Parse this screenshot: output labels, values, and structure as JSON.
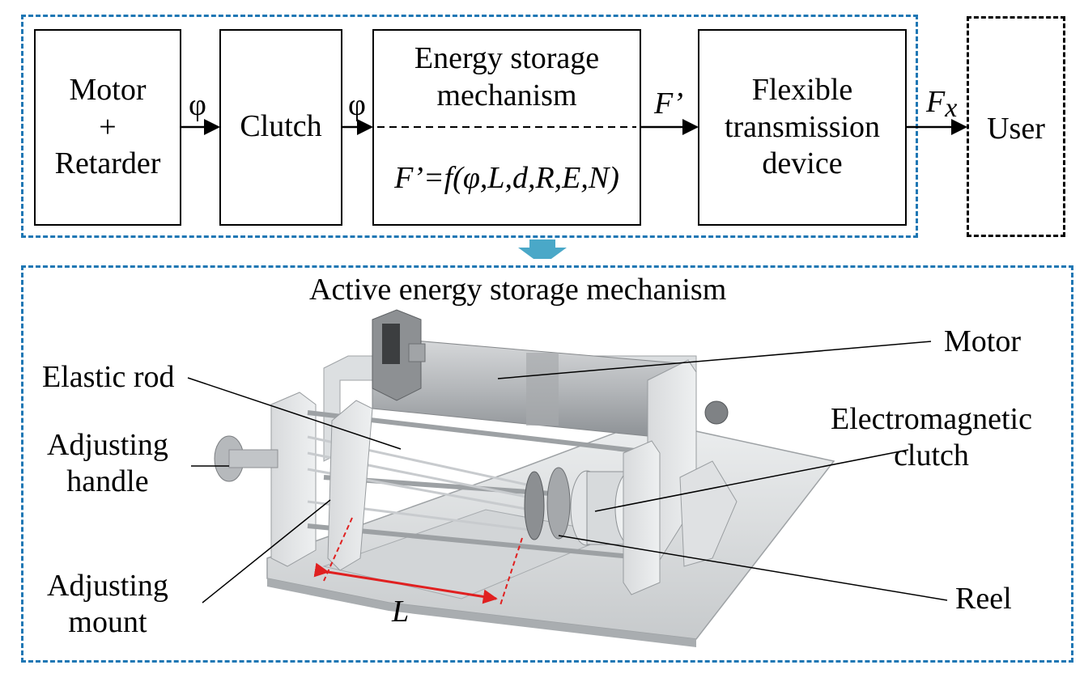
{
  "flow": {
    "motor_box": [
      "Motor",
      "+",
      "Retarder"
    ],
    "clutch_box": "Clutch",
    "energy_box_title": [
      "Energy storage",
      "mechanism"
    ],
    "energy_box_formula": "F’=f(φ,L,d,R,E,N)",
    "flexible_box": [
      "Flexible",
      "transmission",
      "device"
    ],
    "user_box": "User",
    "arrow_phi_1": "φ",
    "arrow_phi_2": "φ",
    "arrow_f_prime": "F’",
    "arrow_fx": "F",
    "arrow_fx_sub": "x"
  },
  "detail": {
    "title": "Active energy storage mechanism",
    "labels": {
      "motor": "Motor",
      "elastic_rod": "Elastic rod",
      "adjusting_handle": [
        "Adjusting",
        "handle"
      ],
      "electromagnetic_clutch": [
        "Electromagnetic",
        "clutch"
      ],
      "adjusting_mount": [
        "Adjusting",
        "mount"
      ],
      "reel": "Reel",
      "length": "L"
    }
  },
  "colors": {
    "frame_blue": "#1f77b4",
    "down_arrow": "#4aa8c8",
    "dimension_red": "#e02020"
  }
}
